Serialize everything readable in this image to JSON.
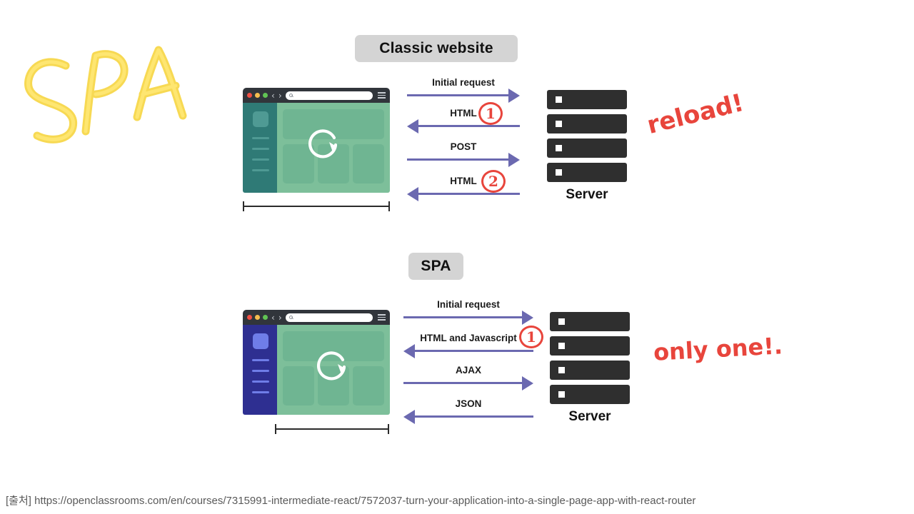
{
  "sketch": {
    "spa_crayon_text": "SPA",
    "crayon_color": "#f7d74a"
  },
  "sections": [
    {
      "id": "classic",
      "badge_label": "Classic website",
      "badge_bg": "#d4d4d4",
      "browser": {
        "sidebar_color": "#2f7a76",
        "sidebar_square_color": "#4f9a94",
        "sidebar_line_color": "#4f9a94",
        "main_color": "#7dbf9a",
        "pane_color": "#6fb592",
        "reload_icon": "reload-circular-arrow-icon",
        "chrome_icons": [
          "traffic-light-red",
          "traffic-light-yellow",
          "traffic-light-green",
          "back-chevron-icon",
          "forward-chevron-icon",
          "search-icon",
          "hamburger-menu-icon"
        ]
      },
      "messages": [
        {
          "label": "Initial request",
          "direction": "right",
          "badge": null
        },
        {
          "label": "HTML",
          "direction": "left",
          "badge": "1"
        },
        {
          "label": "POST",
          "direction": "right",
          "badge": null
        },
        {
          "label": "HTML",
          "direction": "left",
          "badge": "2"
        }
      ],
      "server": {
        "label": "Server",
        "rack_count": 4,
        "rack_color": "#2f2f2f"
      },
      "annotation": {
        "text": "reload!",
        "color": "#e8453c"
      }
    },
    {
      "id": "spa",
      "badge_label": "SPA",
      "badge_bg": "#d4d4d4",
      "browser": {
        "sidebar_color": "#2e2f91",
        "sidebar_square_color": "#6f7de8",
        "sidebar_line_color": "#6f7de8",
        "main_color": "#7dbf9a",
        "pane_color": "#6fb592",
        "reload_icon": "reload-circular-arrow-icon",
        "chrome_icons": [
          "traffic-light-red",
          "traffic-light-yellow",
          "traffic-light-green",
          "back-chevron-icon",
          "forward-chevron-icon",
          "search-icon",
          "hamburger-menu-icon"
        ]
      },
      "messages": [
        {
          "label": "Initial request",
          "direction": "right",
          "badge": null
        },
        {
          "label": "HTML and Javascript",
          "direction": "left",
          "badge": "1"
        },
        {
          "label": "AJAX",
          "direction": "right",
          "badge": null
        },
        {
          "label": "JSON",
          "direction": "left",
          "badge": null
        }
      ],
      "server": {
        "label": "Server",
        "rack_count": 4,
        "rack_color": "#2f2f2f"
      },
      "annotation": {
        "text": "only one!.",
        "color": "#e8453c"
      }
    }
  ],
  "arrow_color": "#6b69b0",
  "source": "[출처] https://openclassrooms.com/en/courses/7315991-intermediate-react/7572037-turn-your-application-into-a-single-page-app-with-react-router"
}
